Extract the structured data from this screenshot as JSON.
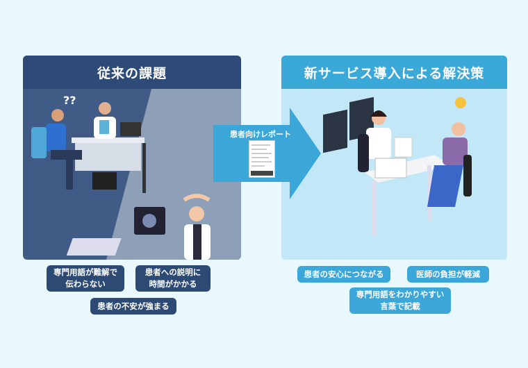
{
  "left_panel": {
    "title": "従来の課題",
    "tags": [
      "専門用語が難解で\n伝わらない",
      "患者への説明に\n時間がかかる",
      "患者の不安が強まる"
    ]
  },
  "arrow": {
    "label": "患者向けレポート"
  },
  "right_panel": {
    "title": "新サービス導入による解決策",
    "tags": [
      "患者の安心につながる",
      "医師の負担が軽減",
      "専門用語をわかりやすい\n言葉で記載"
    ]
  },
  "colors": {
    "navy": "#2e4a77",
    "teal": "#3ba9d8",
    "background": "#e9f8fd"
  }
}
